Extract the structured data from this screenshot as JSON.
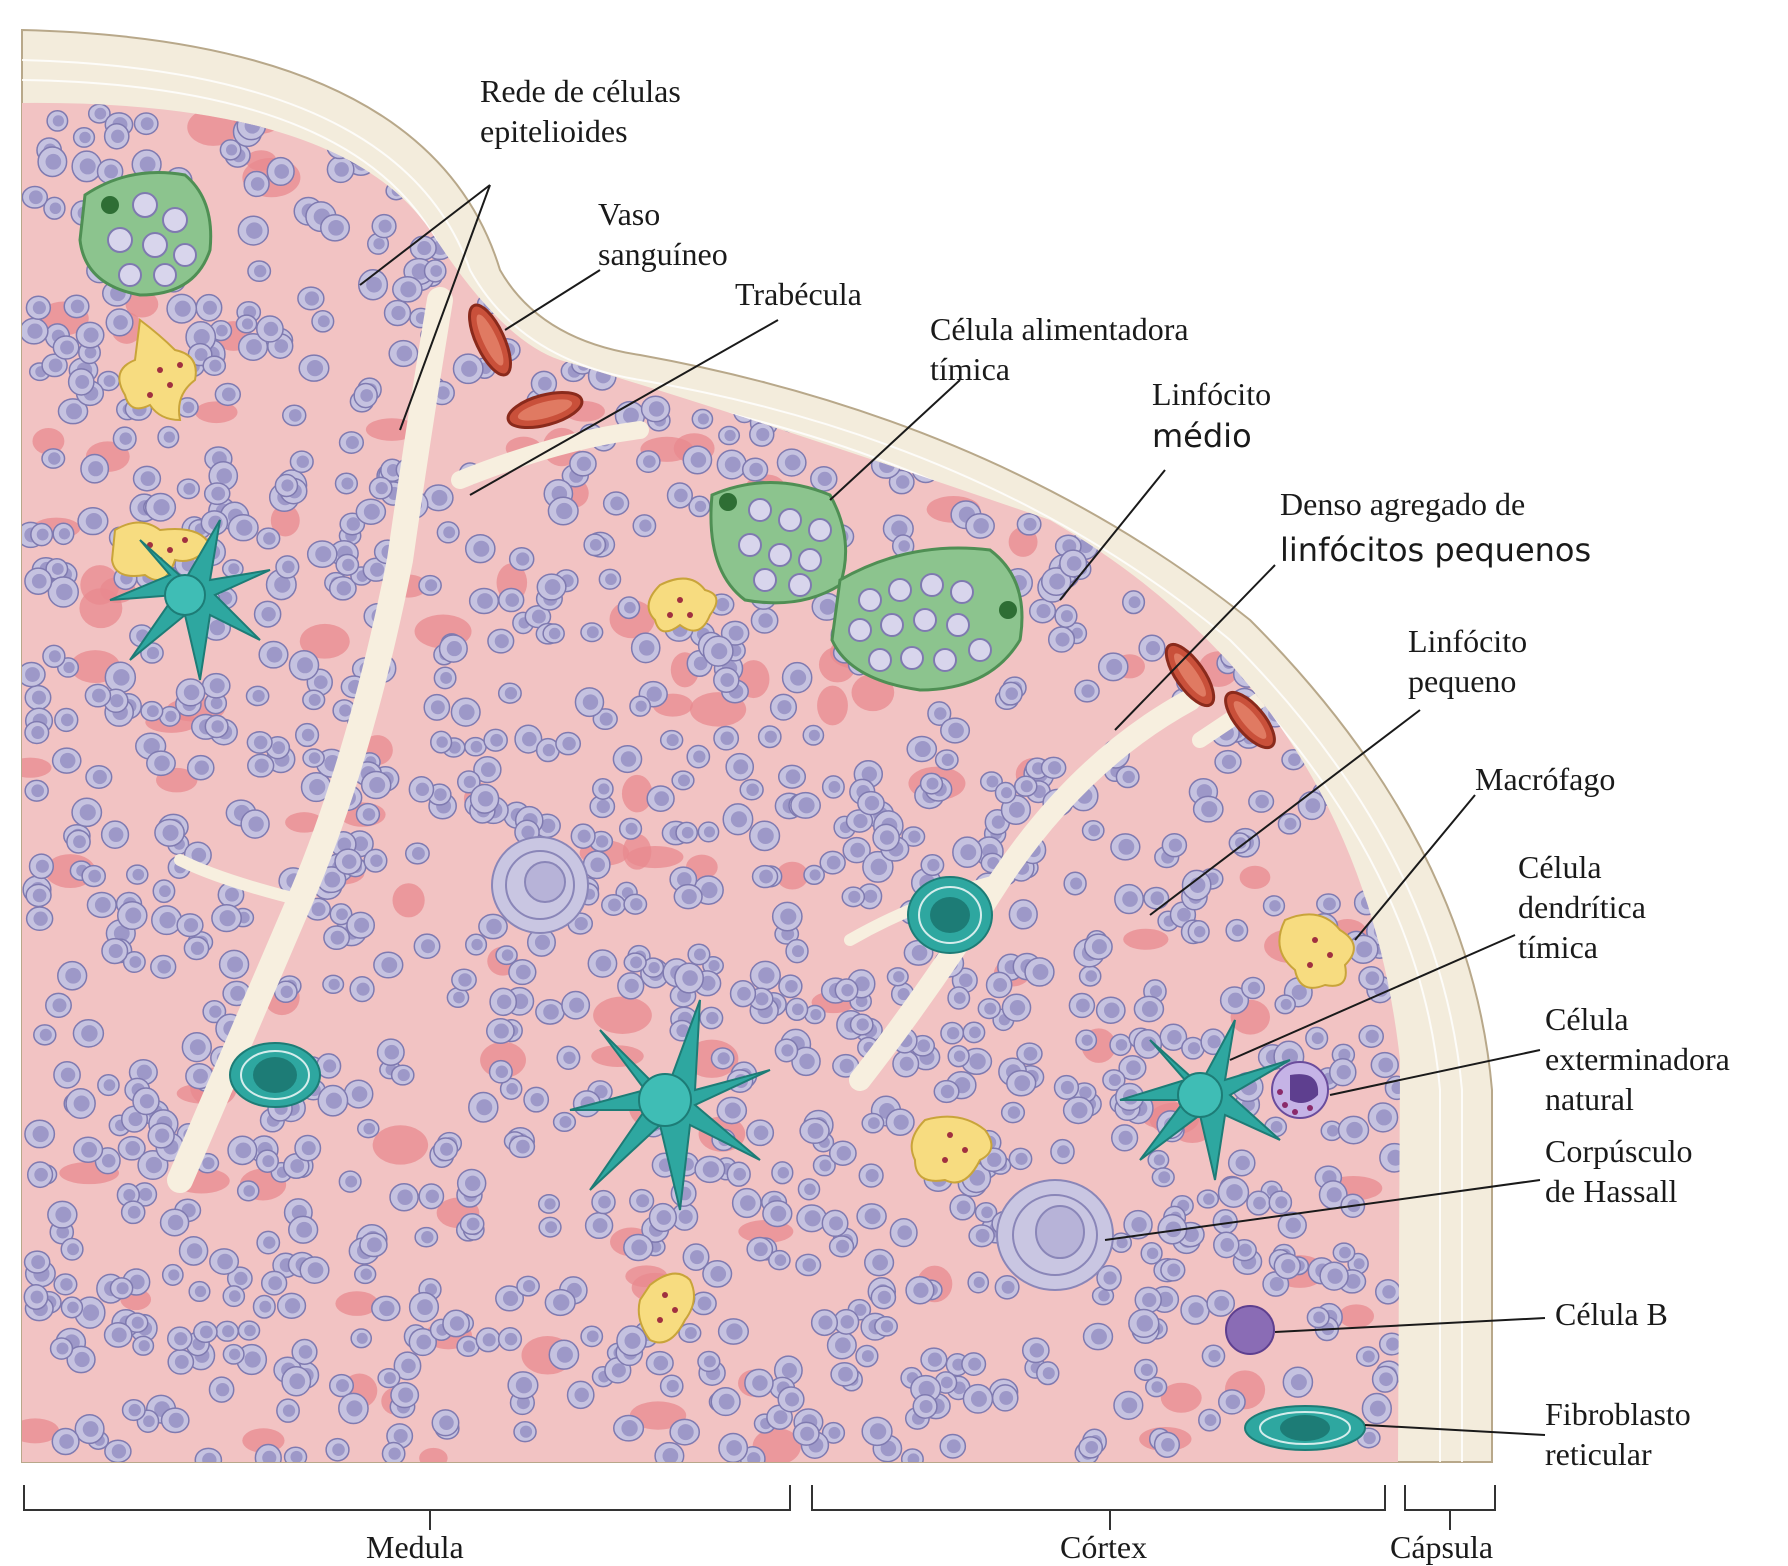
{
  "labels": {
    "rede": [
      "Rede de células",
      "epitelioides"
    ],
    "vaso": [
      "Vaso",
      "sanguíneo"
    ],
    "trabecula": [
      "Trabécula"
    ],
    "alimentadora": [
      "Célula alimentadora",
      "tímica"
    ],
    "linf_medio": [
      "Linfócito",
      "médio"
    ],
    "denso": [
      "Denso agregado de",
      "linfócitos pequenos"
    ],
    "linf_pequeno": [
      "Linfócito",
      "pequeno"
    ],
    "macrofago": [
      "Macrófago"
    ],
    "dendritica": [
      "Célula",
      "dendrítica",
      "tímica"
    ],
    "nk": [
      "Célula",
      "exterminadora",
      "natural"
    ],
    "hassall": [
      "Corpúsculo",
      "de Hassall"
    ],
    "celula_b": [
      "Célula B"
    ],
    "fibroblasto": [
      "Fibroblasto",
      "reticular"
    ]
  },
  "regions": {
    "medula": "Medula",
    "cortex": "Córtex",
    "capsula": "Cápsula"
  },
  "colors": {
    "capsule": "#f3ecdc",
    "tissue": "#f2c3c3",
    "lymphocyte": "#c5c2e0",
    "lymphocyte_nucleus": "#9d98c8",
    "epithelial": "#e88a8f",
    "nurse_cell": "#8cc48e",
    "macrophage": "#f7dc80",
    "dendritic": "#2ea7a0",
    "vessel": "#c9503a",
    "b_cell": "#8a6cb5",
    "hassall": "#c9c6e2"
  }
}
